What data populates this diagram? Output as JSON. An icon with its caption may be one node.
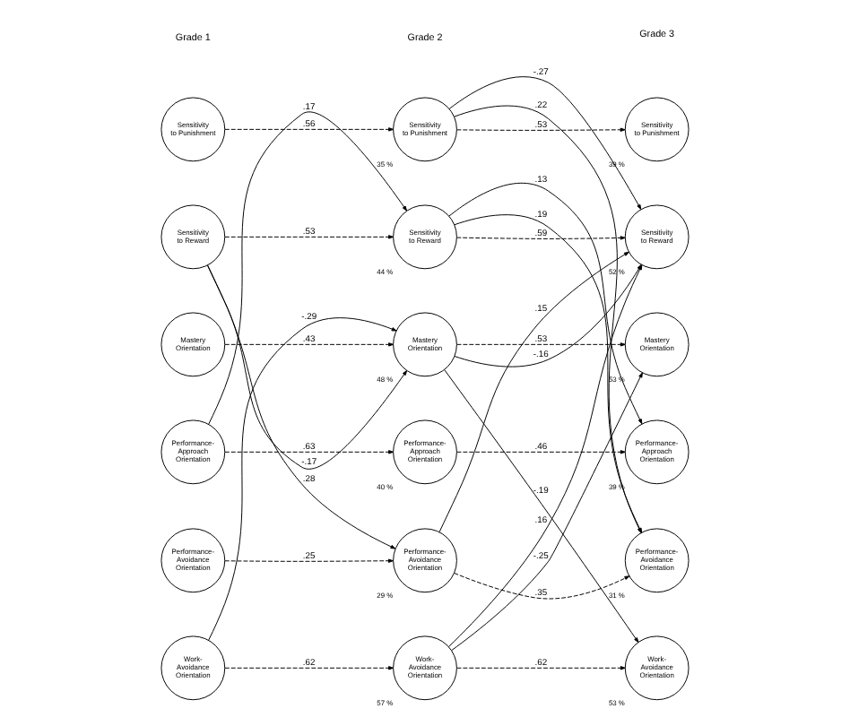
{
  "diagram": {
    "nodes": [
      {
        "text": [
          "Sensitivity to Punishment"
        ]
      },
      {
        "text": [
          "Sensitivity to Reward"
        ]
      },
      {
        "text": [
          "Mastery Orientation"
        ]
      },
      {
        "text": [
          "Performance-Approach Orientation"
        ]
      },
      {
        "text": [
          "Performance-Avoidance Orientation"
        ]
      },
      {
        "text": [
          "Work-Avoidance Orientation"
        ]
      },
      {
        "text": [
          "Sensitivity to Punishment"
        ],
        "beside": [
          "35 %"
        ]
      },
      {
        "text": [
          "Sensitivity to Reward"
        ],
        "beside": [
          "44 %"
        ]
      },
      {
        "text": [
          "Mastery Orientation"
        ],
        "beside": [
          "48 %"
        ]
      },
      {
        "text": [
          "Performance-Approach Orientation"
        ],
        "beside": [
          "40 %"
        ]
      },
      {
        "text": [
          "Performance-Avoidance Orientation"
        ],
        "beside": [
          "29 %"
        ]
      },
      {
        "text": [
          "Work-Avoidance Orientation"
        ],
        "beside": [
          "57 %"
        ]
      },
      {
        "text": [
          "Sensitivity to Punishment"
        ],
        "beside": [
          "39 %"
        ]
      },
      {
        "text": [
          "Sensitivity to Reward"
        ],
        "beside": [
          "52 %"
        ]
      },
      {
        "text": [
          "Mastery Orientation"
        ],
        "beside": [
          "53 %"
        ]
      },
      {
        "text": [
          "Performance-Approach Orientation"
        ],
        "beside": [
          "39 %"
        ]
      },
      {
        "text": [
          "Performance-Avoidance Orientation"
        ],
        "beside": [
          "31 %"
        ]
      },
      {
        "text": [
          "Work-Avoidance Orientation"
        ],
        "beside": [
          "53 %"
        ]
      }
    ],
    "edges": [
      {
        "from": 0,
        "to": 6,
        "arrow": "to",
        "label": ".56",
        "style": "dashed"
      },
      {
        "from": 1,
        "to": 7,
        "arrow": "to",
        "label": ".53",
        "style": "dashed"
      },
      {
        "from": 1,
        "to": 8,
        "arrow": "to",
        "label": "-.17"
      },
      {
        "from": 1,
        "to": 10,
        "arrow": "to",
        "label": ".28"
      },
      {
        "from": 2,
        "to": 8,
        "arrow": "to",
        "label": ".43",
        "style": "dashed"
      },
      {
        "from": 3,
        "to": 7,
        "arrow": "to",
        "label": ".17"
      },
      {
        "from": 3,
        "to": 9,
        "arrow": "to",
        "label": ".63",
        "style": "dashed"
      },
      {
        "from": 4,
        "to": 10,
        "arrow": "to",
        "label": ".25",
        "style": "dashed"
      },
      {
        "from": 5,
        "to": 8,
        "arrow": "to",
        "label": "-.29"
      },
      {
        "from": 5,
        "to": 11,
        "arrow": "to",
        "label": ".62",
        "style": "dashed"
      },
      {
        "from": 6,
        "to": 12,
        "arrow": "to",
        "label": ".53",
        "style": "dashed"
      },
      {
        "from": 6,
        "to": 13,
        "arrow": "to",
        "label": "-.27"
      },
      {
        "from": 6,
        "to": 16,
        "arrow": "to",
        "label": ".22"
      },
      {
        "from": 7,
        "to": 13,
        "arrow": "to",
        "label": ".59",
        "style": "dashed"
      },
      {
        "from": 7,
        "to": 15,
        "arrow": "to",
        "label": ".13"
      },
      {
        "from": 7,
        "to": 16,
        "arrow": "to",
        "label": ".19"
      },
      {
        "from": 8,
        "to": 13,
        "arrow": "to",
        "label": "-.16"
      },
      {
        "from": 8,
        "to": 14,
        "arrow": "to",
        "label": ".53",
        "style": "dashed"
      },
      {
        "from": 8,
        "to": 17,
        "arrow": "to",
        "label": "-.19"
      },
      {
        "from": 9,
        "to": 15,
        "arrow": "to",
        "label": ".46",
        "style": "dashed"
      },
      {
        "from": 10,
        "to": 13,
        "arrow": "to",
        "label": ".15"
      },
      {
        "from": 10,
        "to": 16,
        "arrow": "to",
        "label": ".35",
        "style": "dashed"
      },
      {
        "from": 11,
        "to": 13,
        "arrow": "to",
        "label": ".16"
      },
      {
        "from": 11,
        "to": 14,
        "arrow": "to",
        "label": "-.25"
      },
      {
        "from": 11,
        "to": 17,
        "arrow": "to",
        "label": ".62",
        "style": "dashed"
      }
    ],
    "labels": [
      "Grade 1",
      "Grade 2",
      "Grade 3"
    ]
  }
}
